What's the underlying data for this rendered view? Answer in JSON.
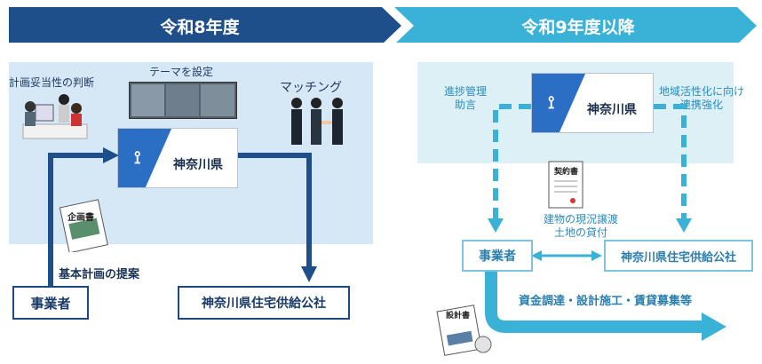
{
  "header": {
    "left_title": "令和8年度",
    "right_title": "令和9年度以降"
  },
  "left": {
    "label_judgement": "計画妥当性の判断",
    "label_theme": "テーマを設定",
    "label_matching": "マッチング",
    "label_proposal": "基本計画の提案",
    "prefecture": "神奈川県",
    "operator": "事業者",
    "corporation": "神奈川県住宅供給公社",
    "plan_doc": "企画書"
  },
  "right": {
    "label_advice": "進捗管理\n助言",
    "label_coop": "地域活性化に向け\n連携強化",
    "label_transfer": "建物の現況譲渡\n土地の貸付",
    "label_funding": "資金調達・設計施工・賃貸募集等",
    "prefecture": "神奈川県",
    "operator": "事業者",
    "corporation": "神奈川県住宅供給公社",
    "contract_doc": "契約書",
    "design_doc": "設計書"
  },
  "colors": {
    "dark_blue": "#1a4a84",
    "light_blue": "#3ab2d8",
    "left_panel": "#d6e7f6",
    "right_panel": "#dcf0f6"
  }
}
